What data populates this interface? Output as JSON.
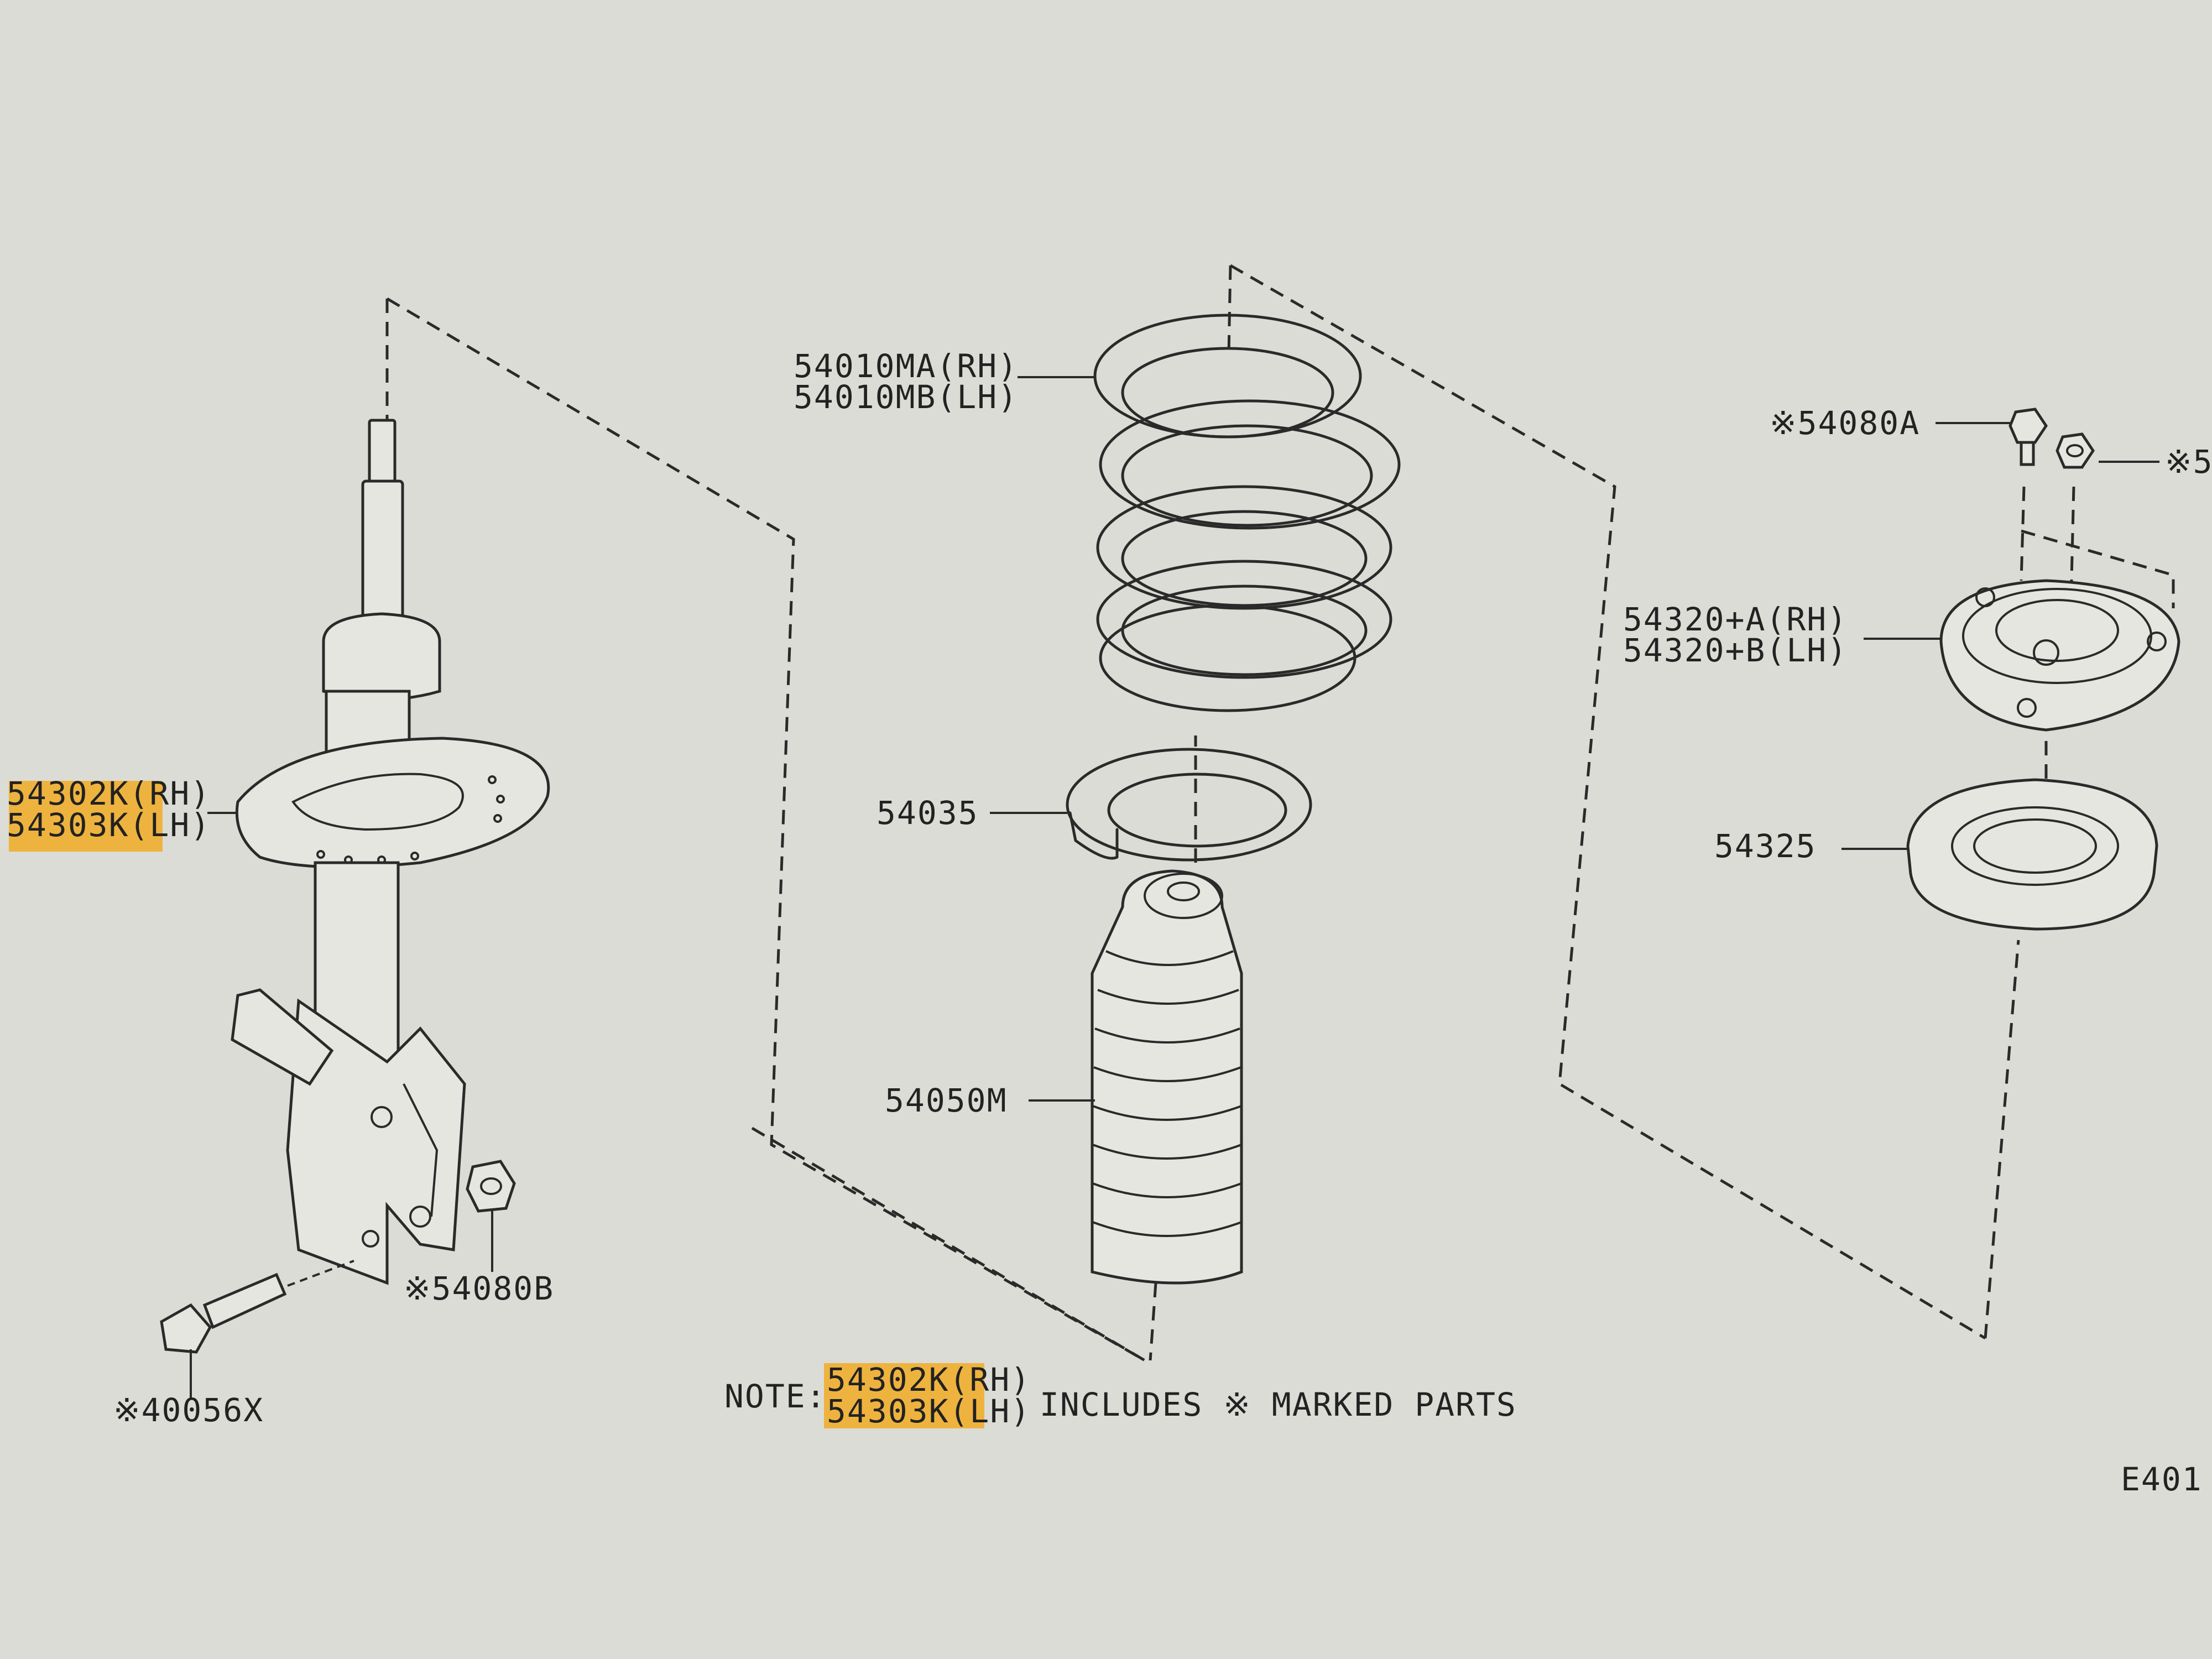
{
  "labels": {
    "spring_rh": "54010MA(RH)",
    "spring_lh": "54010MB(LH)",
    "seat_35": "54035",
    "bump_stop": "54050M",
    "strut_rh": "54302K(RH)",
    "strut_lh": "54303K(LH)",
    "bolt_80a": "※54080A",
    "bolt_80a_2": "※5",
    "mount_rh": "54320+A(RH)",
    "mount_lh": "54320+B(LH)",
    "bearing": "54325",
    "nut_80b": "※54080B",
    "bolt_56x": "※40056X",
    "diagram_code": "E401"
  },
  "note": {
    "prefix": "NOTE:",
    "part_rh": "54302K(RH)",
    "part_lh": "54303K(LH)",
    "suffix": "INCLUDES ※ MARKED PARTS"
  },
  "colors": {
    "background": "#dcdcd6",
    "ink": "#2a2a2a",
    "highlight": "#f0ad2a"
  }
}
